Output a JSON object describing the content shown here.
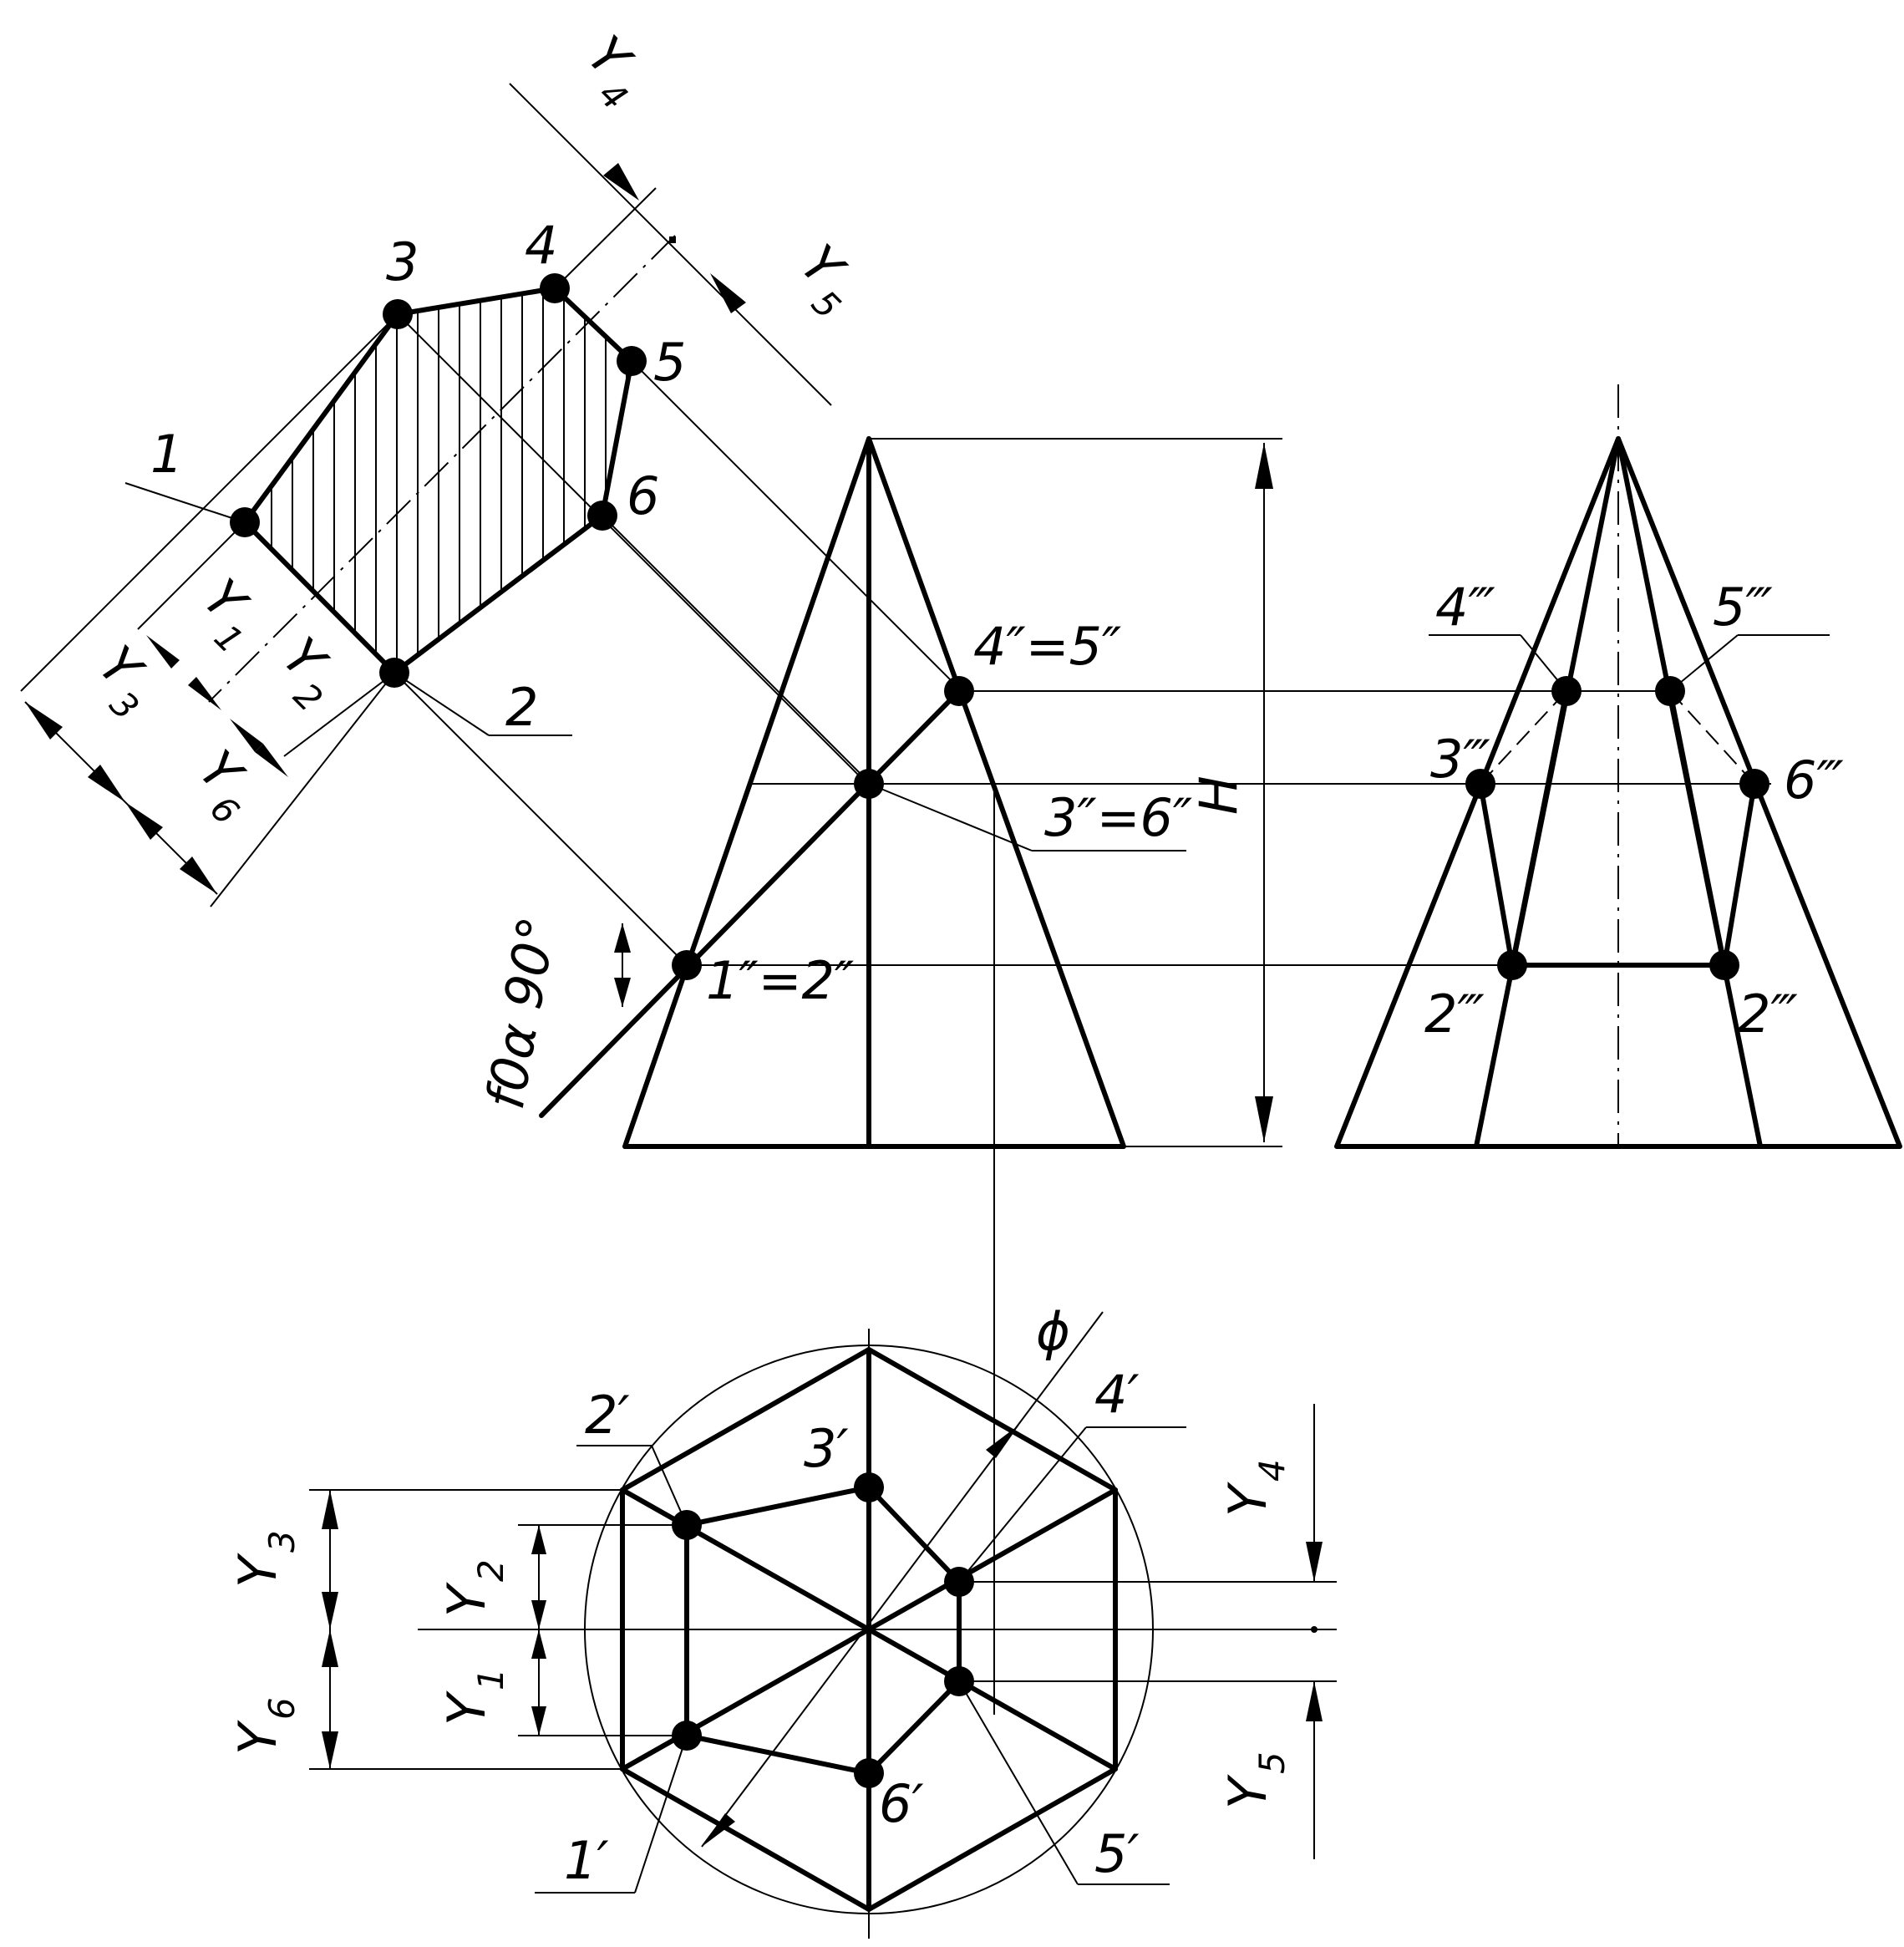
{
  "section_view": {
    "points": [
      "1",
      "2",
      "3",
      "4",
      "5",
      "6"
    ],
    "dims": {
      "y1": {
        "sym": "Y",
        "sub": "1"
      },
      "y2": {
        "sym": "Y",
        "sub": "2"
      },
      "y3": {
        "sym": "Y",
        "sub": "3"
      },
      "y4": {
        "sym": "Y",
        "sub": "4"
      },
      "y5": {
        "sym": "Y",
        "sub": "5"
      },
      "y6": {
        "sym": "Y",
        "sub": "6"
      }
    }
  },
  "front_view": {
    "labels": {
      "p12": "1″=2″",
      "p36": "3″=6″",
      "p45": "4″=5″"
    },
    "height": "H",
    "plane_trace": "f0α 90°"
  },
  "side_view": {
    "labels": {
      "p3": "3‴",
      "p4": "4‴",
      "p5": "5‴",
      "p6": "6‴",
      "p2a": "2‴",
      "p2b": "2‴"
    }
  },
  "top_view": {
    "labels": {
      "p1": "1′",
      "p2": "2′",
      "p3": "3′",
      "p4": "4′",
      "p5": "5′",
      "p6": "6′"
    },
    "phi": "ϕ",
    "dims": {
      "y1": {
        "sym": "Y",
        "sub": "1"
      },
      "y2": {
        "sym": "Y",
        "sub": "2"
      },
      "y3": {
        "sym": "Y",
        "sub": "3"
      },
      "y4": {
        "sym": "Y",
        "sub": "4"
      },
      "y5": {
        "sym": "Y",
        "sub": "5"
      },
      "y6": {
        "sym": "Y",
        "sub": "6"
      }
    }
  }
}
